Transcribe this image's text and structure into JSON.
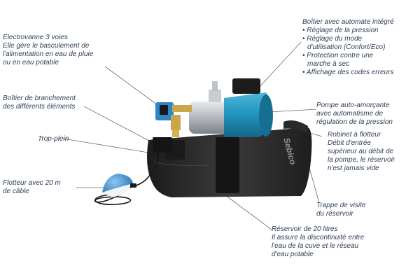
{
  "labels": {
    "electrovanne": [
      "Electrovanne 3 voies",
      "Elle gère le basculement de",
      "l'alimentation en eau de pluie",
      "ou en eau potable"
    ],
    "boitier_branchement": [
      "Boîtier de branchement",
      "des différents éléments"
    ],
    "trop_plein": [
      "Trop-plein"
    ],
    "flotteur": [
      "Flotteur avec 20 m",
      "de câble"
    ],
    "boitier_automate": {
      "title": "Boîtier avec automate intégré",
      "bullets": [
        [
          "• Réglage de la pression"
        ],
        [
          "• Réglage du mode",
          "d'utilisation (Confort/Eco)"
        ],
        [
          "• Protection contre une",
          "marche à sec"
        ],
        [
          "• Affichage des codes erreurs"
        ]
      ]
    },
    "pompe": [
      "Pompe auto-amorçante",
      "avec automatisme de",
      "régulation de la pression"
    ],
    "robinet": [
      "Robinet à flotteur",
      "Débit d'entrée",
      "supérieur au débit de",
      "la pompe, le réservoir",
      "n'est jamais vide"
    ],
    "trappe": [
      "Trappe de visite",
      "du réservoir"
    ],
    "reservoir": [
      "Réservoir de 20 litres",
      "Il assure la discontinuité entre",
      "l'eau de la cuve et le réseau",
      "d'eau potable"
    ]
  },
  "brand_mark": "Sebico",
  "colors": {
    "text": "#2f3e57",
    "leader": "#6a6a6a",
    "tank": "#2a2a2a",
    "pump_blue": "#1f93bd",
    "valve_blue": "#2d86c6",
    "float_blue": "#3a8fd0",
    "steel": "#b8bcc0"
  }
}
